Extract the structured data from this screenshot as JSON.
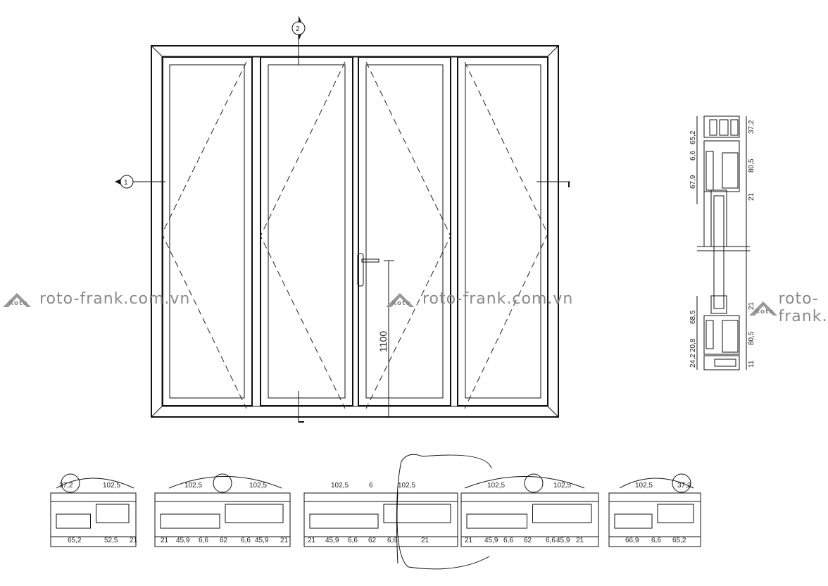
{
  "watermark": {
    "text": "roto-frank.com.vn",
    "logo_text": "Roto"
  },
  "elevation": {
    "section_markers": [
      "1",
      "2"
    ],
    "handle_height_dim": "1100"
  },
  "vertical_section": {
    "dims_left": [
      "65,2",
      "6,6",
      "67,9",
      "68,5",
      "20,8",
      "24,2"
    ],
    "dims_right": [
      "37,2",
      "80,5",
      "21",
      "21",
      "80,5",
      "11"
    ]
  },
  "horizontal_section": {
    "top_dims": [
      "37,2",
      "102,5",
      "102,5",
      "102,5",
      "102,5",
      "6",
      "102,5",
      "102,5",
      "102,5",
      "102,5",
      "37,2"
    ],
    "bottom_dims": [
      "65,2",
      "52,5",
      "21",
      "21",
      "45,9",
      "6,6",
      "62",
      "6,6",
      "45,9",
      "21",
      "21",
      "45,9",
      "6,6",
      "62",
      "6,6",
      "21",
      "21",
      "45,9",
      "6,6",
      "62",
      "6,6",
      "45,9",
      "21",
      "66,9",
      "6,6",
      "65,2"
    ]
  }
}
